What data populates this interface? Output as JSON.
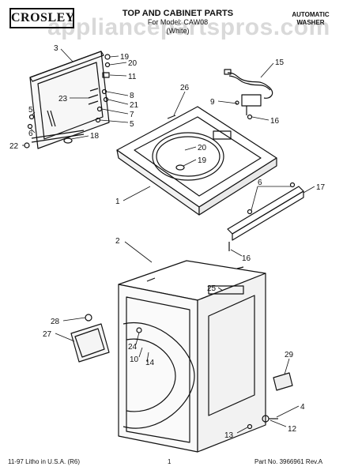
{
  "header": {
    "brand": "CROSLEY",
    "title": "TOP AND CABINET PARTS",
    "subtitle": "For Model: CAW08",
    "color_note": "(White)",
    "doc_type_line1": "AUTOMATIC",
    "doc_type_line2": "WASHER",
    "watermark": "appliancepartspros.com"
  },
  "footer": {
    "left": "11-97 Litho in U.S.A. (R6)",
    "center": "1",
    "right": "Part No. 3966961 Rev.A"
  },
  "callouts": [
    "3",
    "19",
    "20",
    "11",
    "8",
    "21",
    "7",
    "5",
    "23",
    "5",
    "6",
    "18",
    "22",
    "15",
    "9",
    "16",
    "26",
    "20",
    "19",
    "1",
    "6",
    "17",
    "2",
    "16",
    "25",
    "28",
    "27",
    "24",
    "10",
    "14",
    "29",
    "4",
    "12",
    "13"
  ]
}
